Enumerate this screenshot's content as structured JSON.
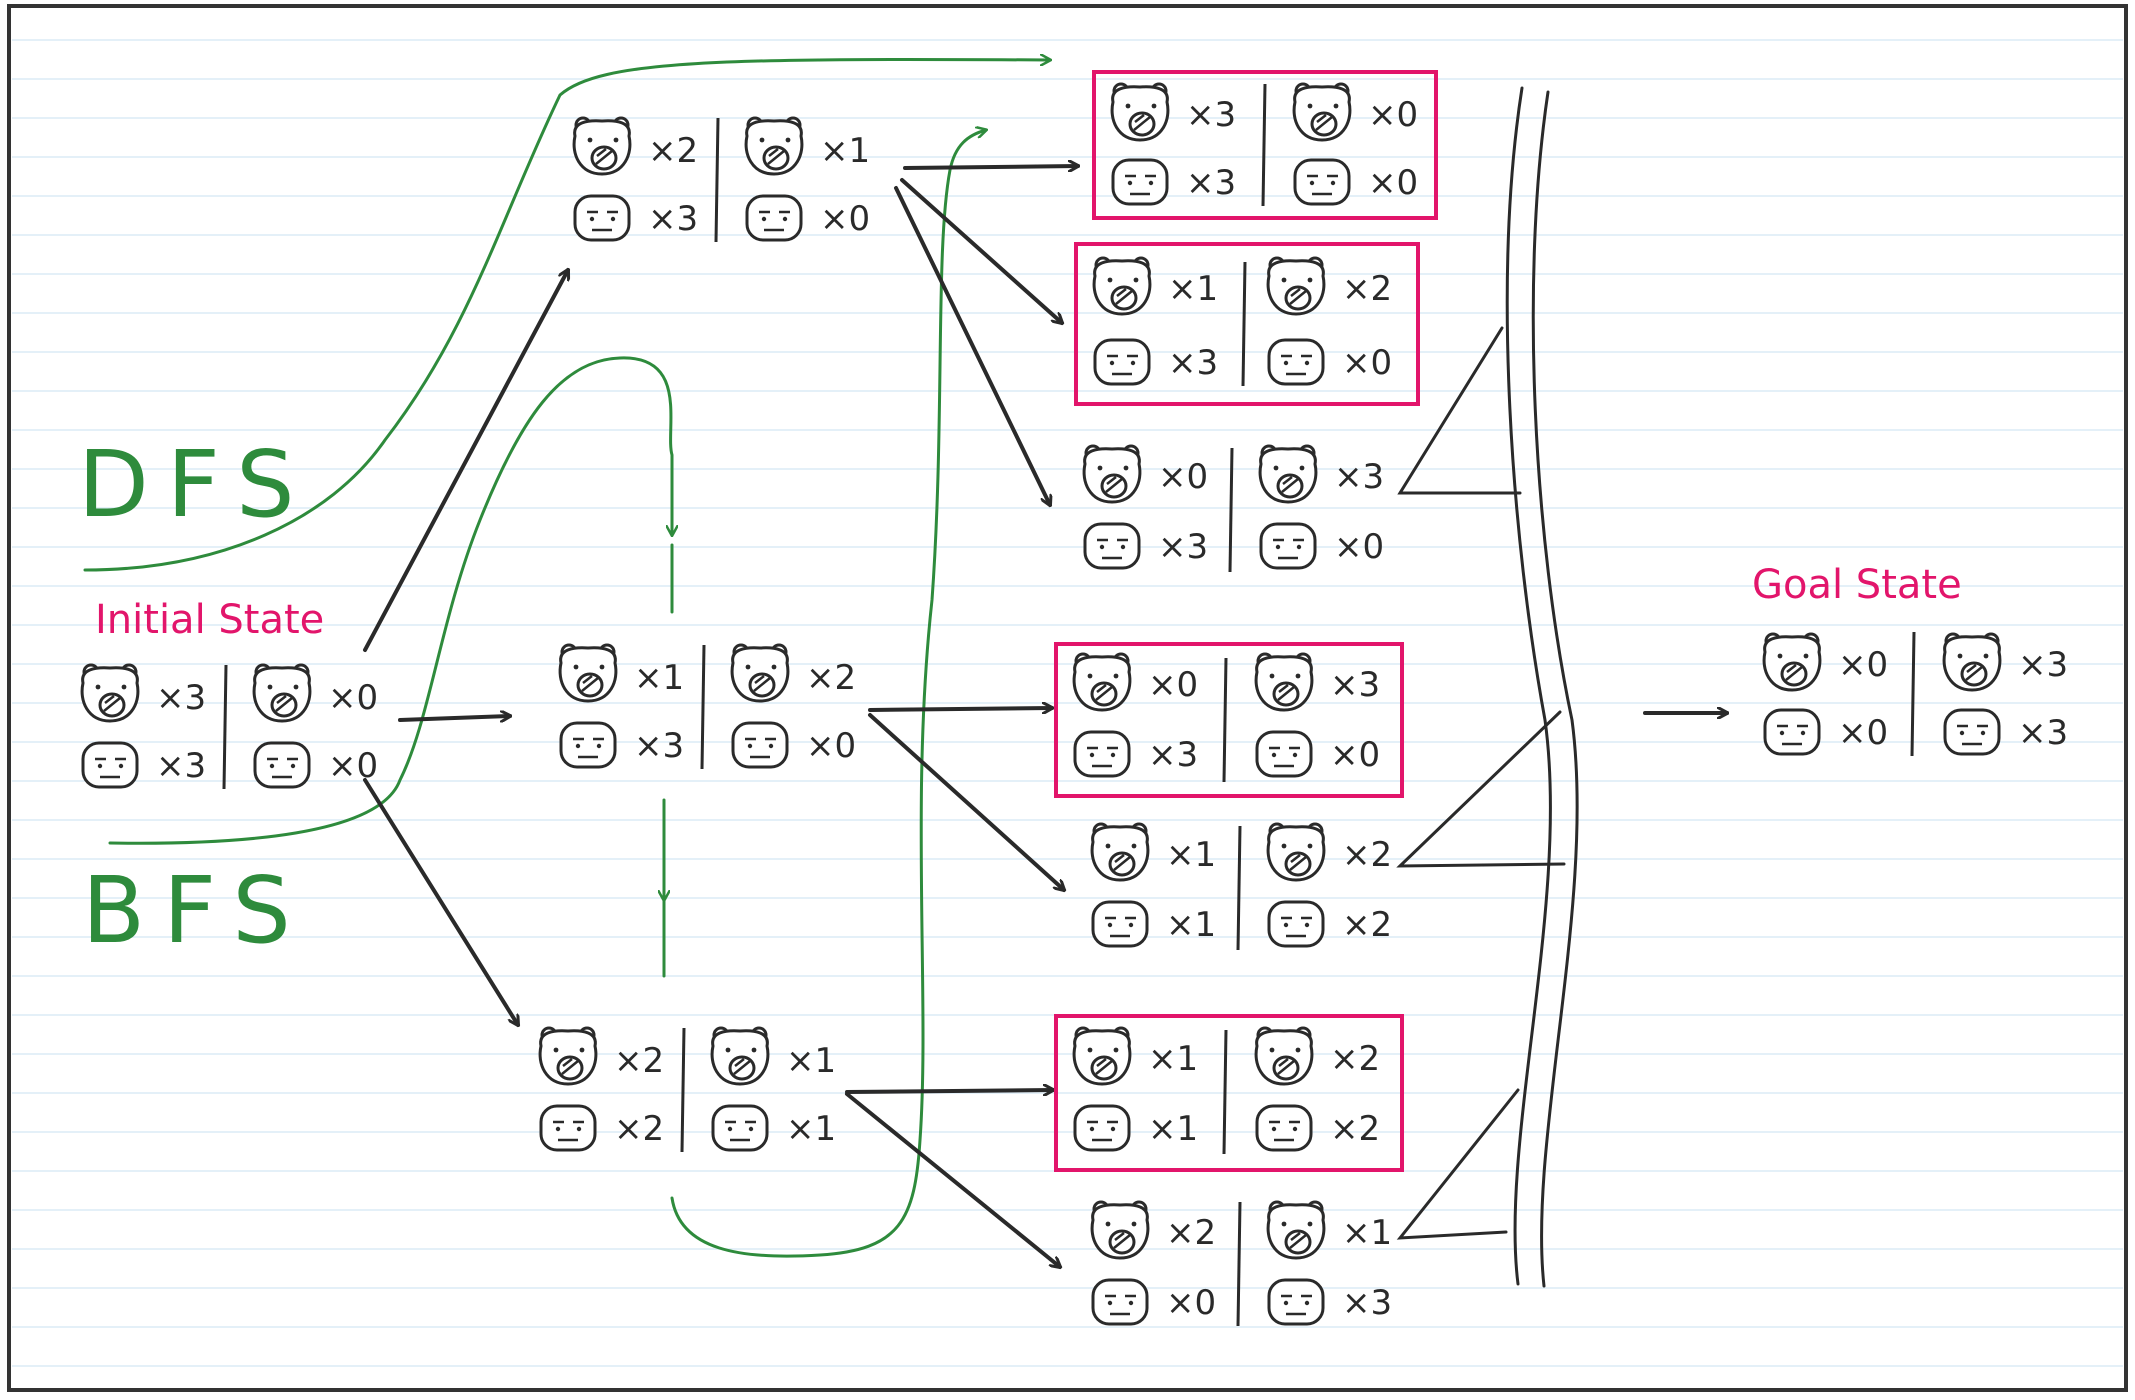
{
  "labels": {
    "initial_state": "Initial State",
    "goal_state": "Goal State",
    "dfs": "DFS",
    "bfs": "BFS"
  },
  "colors": {
    "ink": "#2a2a2a",
    "highlight_box": "#e2156b",
    "search_path": "#2e8b3c",
    "ruled_line": "#dcebf5",
    "frame": "#333333"
  },
  "icons": {
    "pig": "pig-icon",
    "person": "person-icon"
  },
  "states": [
    {
      "id": "initial",
      "left": {
        "pigs": "×3",
        "people": "×3"
      },
      "right": {
        "pigs": "×0",
        "people": "×0"
      },
      "invalid": false
    },
    {
      "id": "l1a",
      "left": {
        "pigs": "×2",
        "people": "×3"
      },
      "right": {
        "pigs": "×1",
        "people": "×0"
      },
      "invalid": false
    },
    {
      "id": "l1b",
      "left": {
        "pigs": "×1",
        "people": "×3"
      },
      "right": {
        "pigs": "×2",
        "people": "×0"
      },
      "invalid": false
    },
    {
      "id": "l1c",
      "left": {
        "pigs": "×2",
        "people": "×2"
      },
      "right": {
        "pigs": "×1",
        "people": "×1"
      },
      "invalid": false
    },
    {
      "id": "l2a",
      "left": {
        "pigs": "×3",
        "people": "×3"
      },
      "right": {
        "pigs": "×0",
        "people": "×0"
      },
      "invalid": true
    },
    {
      "id": "l2b",
      "left": {
        "pigs": "×1",
        "people": "×3"
      },
      "right": {
        "pigs": "×2",
        "people": "×0"
      },
      "invalid": true
    },
    {
      "id": "l2c",
      "left": {
        "pigs": "×0",
        "people": "×3"
      },
      "right": {
        "pigs": "×3",
        "people": "×0"
      },
      "invalid": false
    },
    {
      "id": "l2d",
      "left": {
        "pigs": "×0",
        "people": "×3"
      },
      "right": {
        "pigs": "×3",
        "people": "×0"
      },
      "invalid": true
    },
    {
      "id": "l2e",
      "left": {
        "pigs": "×1",
        "people": "×1"
      },
      "right": {
        "pigs": "×2",
        "people": "×2"
      },
      "invalid": false
    },
    {
      "id": "l2f",
      "left": {
        "pigs": "×1",
        "people": "×1"
      },
      "right": {
        "pigs": "×2",
        "people": "×2"
      },
      "invalid": true
    },
    {
      "id": "l2g",
      "left": {
        "pigs": "×2",
        "people": "×0"
      },
      "right": {
        "pigs": "×1",
        "people": "×3"
      },
      "invalid": false
    },
    {
      "id": "goal",
      "left": {
        "pigs": "×0",
        "people": "×0"
      },
      "right": {
        "pigs": "×3",
        "people": "×3"
      },
      "invalid": false
    }
  ]
}
